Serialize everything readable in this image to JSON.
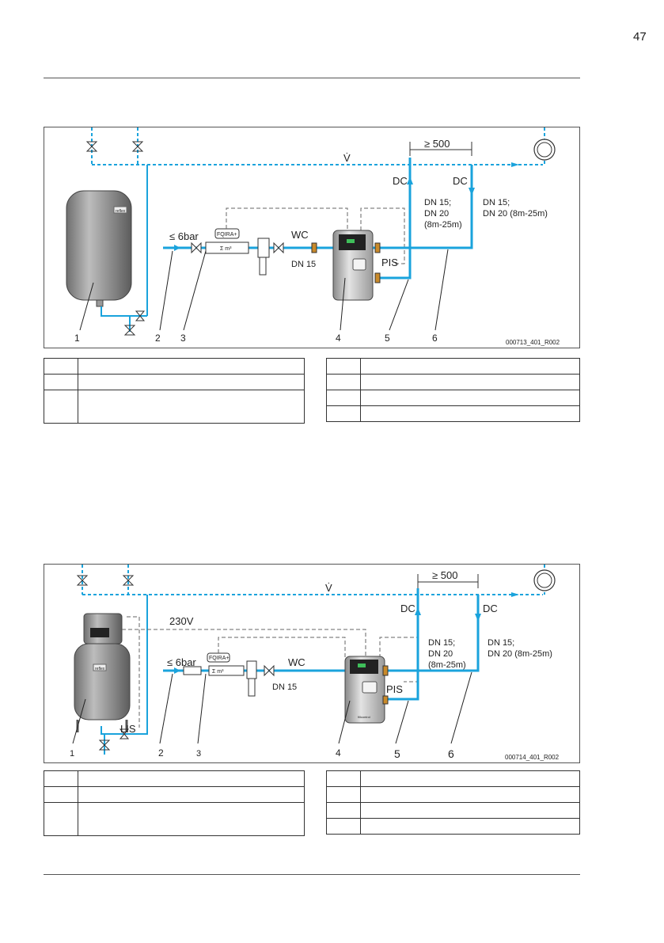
{
  "page": {
    "number": "47"
  },
  "figure1": {
    "pressure": "≤ 6bar",
    "meter": "FQIRA+",
    "meter_unit": "Σ m³",
    "wc": "WC",
    "dn_supply": "DN 15",
    "pis": "PIS",
    "distance": "≥ 500",
    "dc_left": "DC",
    "dc_right": "DC",
    "dn_left": [
      "DN 15;",
      "DN 20",
      "(8m-25m)"
    ],
    "dn_right": [
      "DN 15;",
      "DN 20 (8m-25m)"
    ],
    "vessel_logo": "reflex",
    "callouts": [
      "1",
      "2",
      "3",
      "4",
      "5",
      "6"
    ],
    "code": "000713_401_R002",
    "flow_symbol": "V̇"
  },
  "figure2": {
    "voltage": "230V",
    "pressure": "≤ 6bar",
    "meter": "FQIRA+",
    "meter_unit": "Σ m³",
    "wc": "WC",
    "dn_supply": "DN 15",
    "pis": "PIS",
    "lis": "LIS",
    "distance": "≥ 500",
    "dc_left": "DC",
    "dc_right": "DC",
    "dn_left": [
      "DN 15;",
      "DN 20",
      "(8m-25m)"
    ],
    "dn_right": [
      "DN 15;",
      "DN 20 (8m-25m)"
    ],
    "vessel_logo": "reflex",
    "unit_label": "fillcontrol",
    "callouts": [
      "1",
      "2",
      "3",
      "4",
      "5",
      "6"
    ],
    "code": "000714_401_R002",
    "flow_symbol": "V̇"
  },
  "colors": {
    "pipe": "#1aa3dc",
    "arrow": "#1aa3dc",
    "vessel": "#8c8c8c"
  }
}
